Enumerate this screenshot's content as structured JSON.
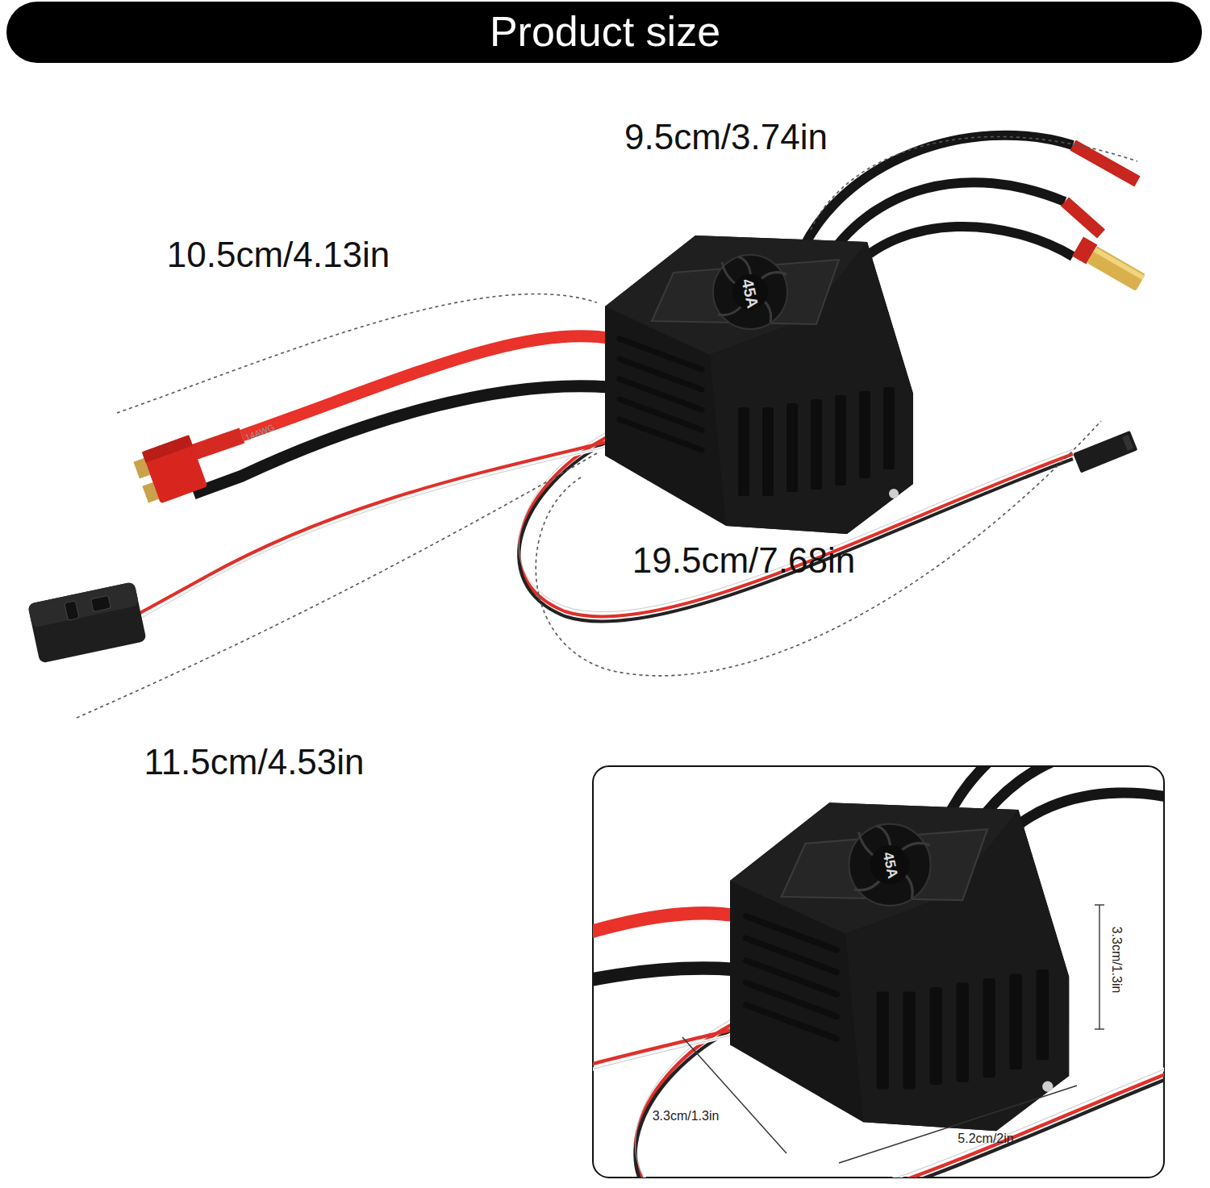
{
  "diagram": {
    "title": "Product size",
    "labels": [
      "9.5cm/3.74in",
      "10.5cm/4.13in",
      "19.5cm/7.68in",
      "11.5cm/4.53in",
      "45A",
      "14AWG",
      "3.3cm/1.3in",
      "3.3cm/1.3in",
      "5.2cm/2in",
      "45A"
    ]
  }
}
